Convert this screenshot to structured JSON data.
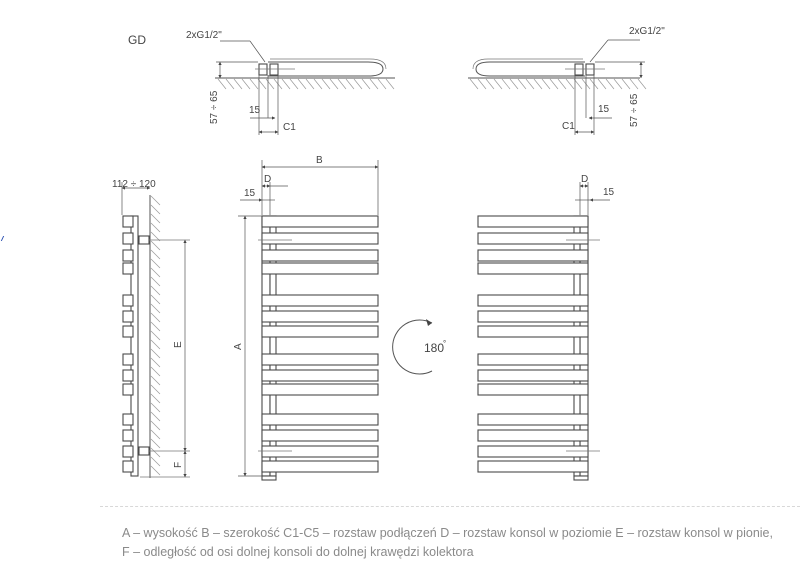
{
  "drawing": {
    "model_label": "GD",
    "top_views": {
      "left": {
        "connection": "2xG1/2\"",
        "height_range": "57 ÷ 65",
        "offset": "15",
        "spacing": "C1"
      },
      "right": {
        "connection": "2xG1/2\"",
        "height_range": "57 ÷ 65",
        "offset": "15",
        "spacing": "C1"
      }
    },
    "side_view": {
      "depth_range": "112 ÷ 120",
      "dim_e": "E",
      "dim_f": "F"
    },
    "front_view_left": {
      "dim_b": "B",
      "dim_d": "D",
      "offset": "15",
      "dim_a": "A"
    },
    "front_view_right": {
      "dim_d": "D",
      "offset": "15"
    },
    "rotation": {
      "label": "180",
      "unit": "°"
    }
  },
  "legend": {
    "line1": "A – wysokość B – szerokość C1-C5 – rozstaw podłączeń D – rozstaw konsol w poziomie E – rozstaw konsol w pionie,",
    "line2": "F – odległość od osi dolnej konsoli do dolnej krawędzi kolektora"
  },
  "colors": {
    "line": "#4a4a4a",
    "legend_text": "#8a8a8a",
    "accent_mark": "#2a4fb0"
  }
}
